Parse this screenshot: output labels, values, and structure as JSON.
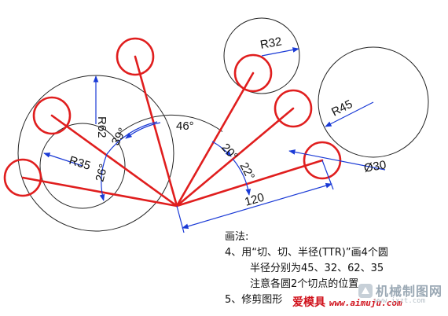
{
  "dimensions": {
    "r32": "R32",
    "r45": "R45",
    "r62": "R62",
    "r35": "R35",
    "d30": "Ø30",
    "a46": "46°",
    "a39": "39°",
    "a26": "26°",
    "a20": "20°",
    "a22": "22°",
    "l120": "120"
  },
  "notes": {
    "heading": "画法:",
    "step4": "4、用“切、切、半径(TTR)”画4个圆",
    "step4_line2": "半径分别为45、32、62、35",
    "step4_line3": "注意各圆2个切点的位置",
    "step5": "5、修剪图形"
  },
  "watermark": {
    "site_cn": "爱模具",
    "site_url": "www.aimuju.com",
    "brand_cn": "机械制图网",
    "brand_url": "www.jxzt.com"
  },
  "colors": {
    "red": "#e01e1e",
    "blue": "#1a3ad6",
    "black": "#111111"
  }
}
